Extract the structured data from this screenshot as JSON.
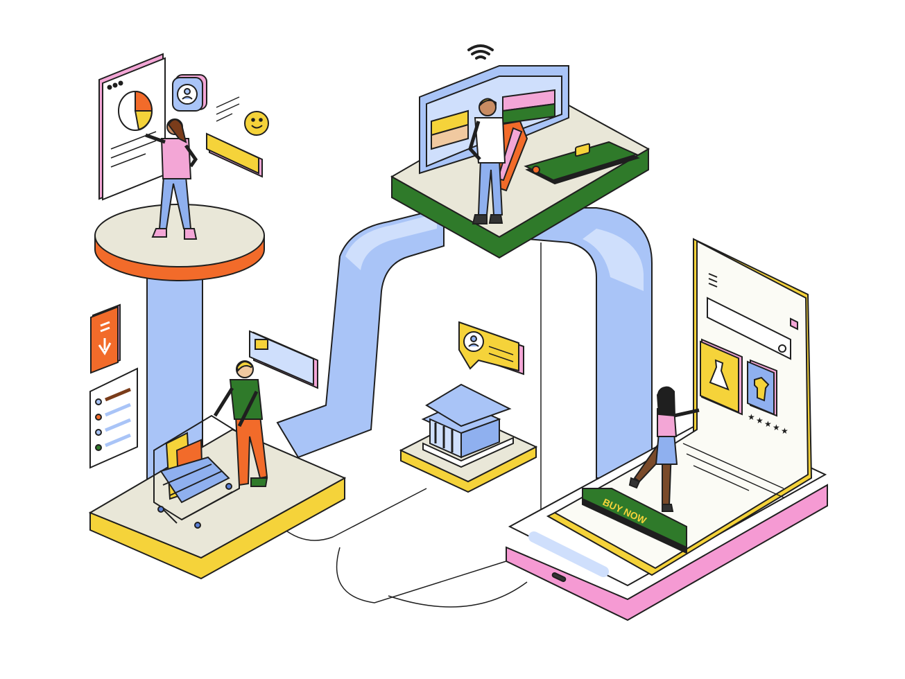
{
  "illustration": {
    "theme": "online shopping and payment flow",
    "buy_button": {
      "label": "BUY NOW"
    },
    "rating_stars": 5,
    "palette": {
      "outline": "#1f1f1f",
      "platform_top": "#e9e7d8",
      "connector_blue": "#a9c4f7",
      "connector_light": "#cfdffc",
      "accent_orange": "#f26b2a",
      "accent_green": "#2f7a2a",
      "accent_yellow": "#f5d33a",
      "accent_pink": "#f3a6d6",
      "phone_pink": "#f59ad3",
      "screen_white": "#fbfbf5"
    },
    "icons": [
      "wifi-icon",
      "pie-chart-icon",
      "user-icon",
      "smiley-icon",
      "download-arrow-icon",
      "checklist-icon",
      "bank-icon",
      "shopping-cart-icon",
      "wallet-icon",
      "credit-card-icon",
      "dress-icon",
      "tshirt-icon",
      "search-icon",
      "menu-icon",
      "cart-icon"
    ]
  }
}
